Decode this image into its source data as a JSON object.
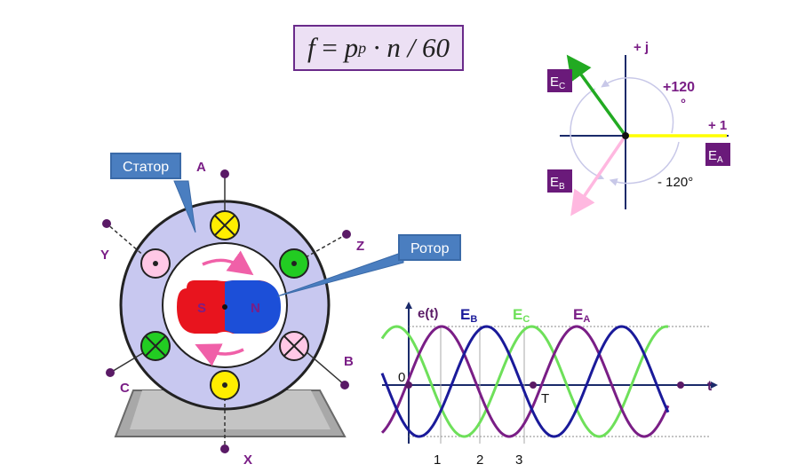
{
  "formula": {
    "f": "f",
    "eq": "=",
    "p": "p",
    "sub": "p",
    "rest": "· n / 60"
  },
  "machine": {
    "stator_label": "Статор",
    "rotor_label": "Ротор",
    "terminals": {
      "A": "A",
      "B": "B",
      "C": "C",
      "X": "X",
      "Y": "Y",
      "Z": "Z"
    },
    "pole_s": "S",
    "pole_n": "N"
  },
  "phasor": {
    "axis_imag": "+ j",
    "axis_real": "+ 1",
    "angle_pos": "+120",
    "angle_pos_deg": "°",
    "angle_neg": "- 120°",
    "ea_main": "E",
    "ea_sub": "A",
    "eb_main": "E",
    "eb_sub": "B",
    "ec_main": "E",
    "ec_sub": "C"
  },
  "waveform": {
    "y_label": "e(t)",
    "x_label": "t",
    "origin": "0",
    "period": "T",
    "eb_main": "E",
    "eb_sub": "B",
    "ec_main": "E",
    "ec_sub": "C",
    "ea_main": "E",
    "ea_sub": "A",
    "ticks": [
      "1",
      "2",
      "3"
    ]
  },
  "colors": {
    "stator": "#c8c8f0",
    "rotor_s": "#e8141e",
    "rotor_n": "#1c4fd8",
    "phase_a": "#1a1a9a",
    "phase_b": "#7a1e86",
    "phase_c": "#6ee05a",
    "label_box": "#6a1a7a",
    "ea_vector": "#ffff00",
    "eb_vector": "#ffb8e0",
    "ec_vector": "#22aa22"
  }
}
